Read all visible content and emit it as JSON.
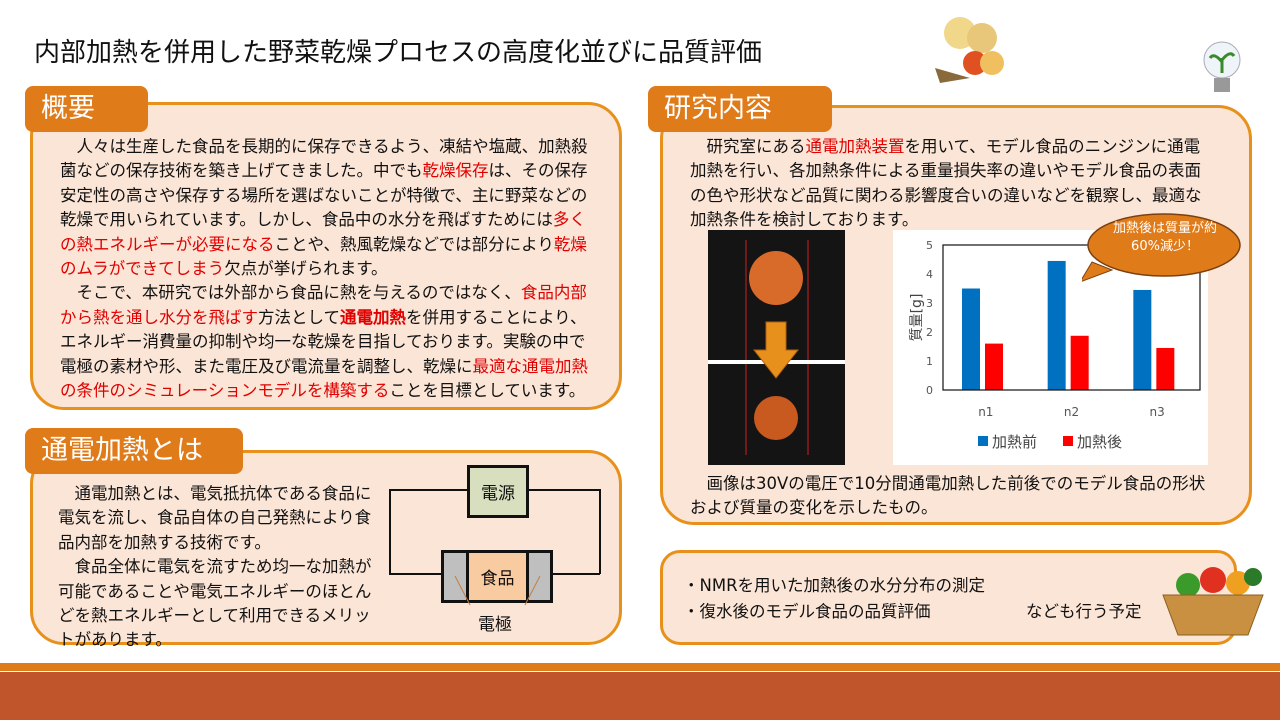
{
  "title": "内部加熱を併用した野菜乾燥プロセスの高度化並びに品質評価",
  "overview": {
    "heading": "概要",
    "segments": [
      {
        "t": "　人々は生産した食品を長期的に保存できるよう、凍結や塩蔵、加熱殺菌などの保存技術を築き上げてきました。中でも"
      },
      {
        "t": "乾燥保存",
        "red": true
      },
      {
        "t": "は、その保存安定性の高さや保存する場所を選ばないことが特徴で、主に野菜などの乾燥で用いられています。しかし、食品中の水分を飛ばすためには"
      },
      {
        "t": "多くの熱エネルギーが必要になる",
        "red": true
      },
      {
        "t": "ことや、熱風乾燥などでは部分により"
      },
      {
        "t": "乾燥のムラができてしまう",
        "red": true
      },
      {
        "t": "欠点が挙げられます。"
      },
      {
        "t": "\n　そこで、本研究では外部から食品に熱を与えるのではなく、"
      },
      {
        "t": "食品内部から熱を通し水分を飛ばす",
        "red": true
      },
      {
        "t": "方法として"
      },
      {
        "t": "通電加熱",
        "red": true,
        "bold": true
      },
      {
        "t": "を併用することにより、エネルギー消費量の抑制や均一な乾燥を目指しております。実験の中で電極の素材や形、また電圧及び電流量を調整し、乾燥に"
      },
      {
        "t": "最適な通電加熱の条件のシミュレーションモデルを構築する",
        "red": true
      },
      {
        "t": "ことを目標としています。"
      }
    ]
  },
  "ohmic": {
    "heading": "通電加熱とは",
    "segments": [
      {
        "t": "　通電加熱とは、電気抵抗体である食品に電気を流し、食品自体の自己発熱により食品内部を加熱する技術です。\n　食品全体に電気を流すため均一な加熱が可能であることや電気エネルギーのほとんどを熱エネルギーとして利用できるメリットがあります。"
      }
    ],
    "diagram": {
      "power": "電源",
      "food": "食品",
      "electrode": "電極"
    }
  },
  "research": {
    "heading": "研究内容",
    "segments": [
      {
        "t": "　研究室にある"
      },
      {
        "t": "通電加熱装置",
        "red": true
      },
      {
        "t": "を用いて、モデル食品のニンジンに通電加熱を行い、各加熱条件による重量損失率の違いやモデル食品の表面の色や形状など品質に関わる影響度合いの違いなどを観察し、最適な加熱条件を検討しております。"
      }
    ],
    "caption": "　画像は30Vの電圧で10分間通電加熱した前後でのモデル食品の形状および質量の変化を示したもの。",
    "callout": "加熱後は質量が約60%減少！"
  },
  "future": {
    "items": [
      "・NMRを用いた加熱後の水分分布の測定",
      "・復水後のモデル食品の品質評価"
    ],
    "note": "なども行う予定"
  },
  "chart_data": {
    "type": "bar",
    "categories": [
      "n1",
      "n2",
      "n3"
    ],
    "series": [
      {
        "name": "加熱前",
        "color": "#0070c0",
        "values": [
          3.5,
          4.45,
          3.45
        ]
      },
      {
        "name": "加熱後",
        "color": "#ff0000",
        "values": [
          1.6,
          1.87,
          1.45
        ]
      }
    ],
    "ylabel": "質量[g]",
    "xlabel": "",
    "ylim": [
      0,
      5
    ],
    "yticks": [
      "0",
      "1",
      "2",
      "3",
      "4",
      "5"
    ],
    "legend": "bottom"
  },
  "colors": {
    "accent": "#e07b1a",
    "panel": "#fbe5d6",
    "footer": "#c0542a"
  }
}
